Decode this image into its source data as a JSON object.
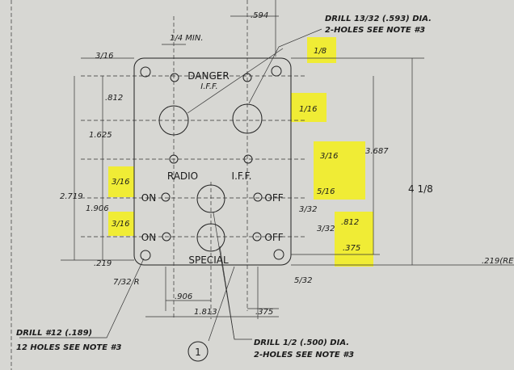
{
  "notes": {
    "drill_small_l1": "DRILL 13/32 (.593) DIA.",
    "drill_small_l2": "2-HOLES SEE NOTE #3",
    "drill_12_l1": "DRILL #12 (.189)",
    "drill_12_l2": "12 HOLES SEE NOTE #3",
    "drill_half_l1": "DRILL 1/2 (.500) DIA.",
    "drill_half_l2": "2-HOLES SEE NOTE #3"
  },
  "panel_labels": {
    "danger": "DANGER",
    "iff_top": "I.F.F.",
    "radio": "RADIO",
    "iff_mid": "I.F.F.",
    "on_top": "ON",
    "off_top": "OFF",
    "on_bottom": "ON",
    "off_bottom": "OFF",
    "special": "SPECIAL"
  },
  "dimensions": {
    "top_594": ".594",
    "min_quarter": "1/4 MIN.",
    "left_3_16_top": "3/16",
    "left_812": ".812",
    "left_1625": "1.625",
    "left_2719": "2.719",
    "left_1906": "1.906",
    "left_3_16_a": "3/16",
    "left_3_16_b": "3/16",
    "left_219": ".219",
    "radius_7_32": "7/32 R",
    "right_1_8": "1/8",
    "right_1_16": "1/16",
    "right_3_16": "3/16",
    "right_5_16": "5/16",
    "right_3_32_a": "3/32",
    "right_3_32_b": "3/32",
    "right_812": ".812",
    "right_375": ".375",
    "right_5_32": "5/32",
    "right_3687": "3.687",
    "overall_4_1_8": "4 1/8",
    "right_219_re": ".219(RE",
    "bottom_906": ".906",
    "bottom_1813": "1.813",
    "bottom_375": ".375"
  },
  "callout_1": "1"
}
